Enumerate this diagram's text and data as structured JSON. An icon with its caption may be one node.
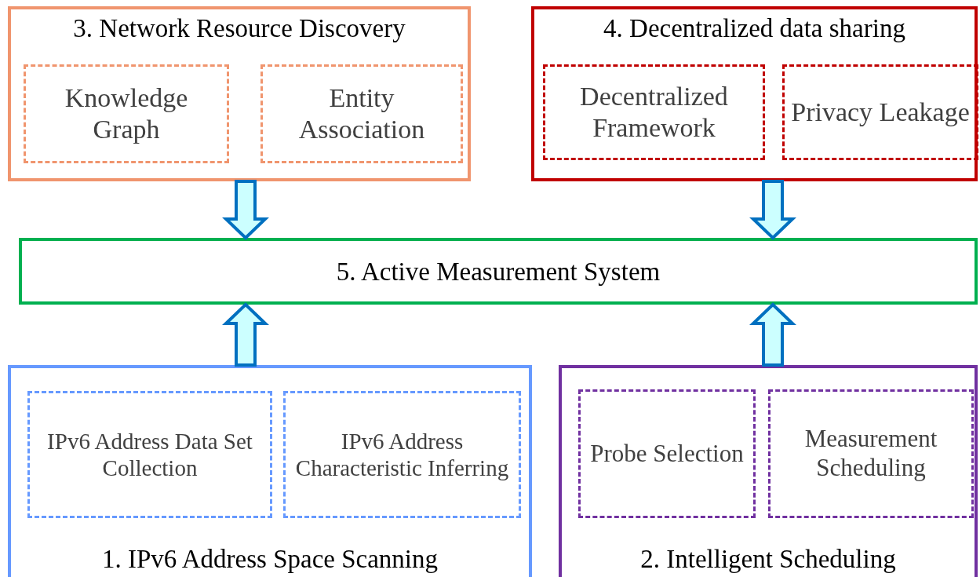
{
  "diagram": {
    "nodes": [
      {
        "text": [
          "3. Network Resource Discovery"
        ]
      },
      {
        "text": [
          "Knowledge Graph"
        ],
        "in": 0
      },
      {
        "text": [
          "Entity Association"
        ],
        "in": 0
      },
      {
        "text": [
          "4. Decentralized data sharing"
        ]
      },
      {
        "text": [
          "Decentralized Framework"
        ],
        "in": 3
      },
      {
        "text": [
          "Privacy Leakage"
        ],
        "in": 3
      },
      {
        "text": [
          "5. Active Measurement System"
        ]
      },
      {
        "text": [
          "1. IPv6 Address Space Scanning"
        ]
      },
      {
        "text": [
          "IPv6 Address Data Set Collection"
        ],
        "in": 7
      },
      {
        "text": [
          "IPv6 Address Characteristic Inferring"
        ],
        "in": 7
      },
      {
        "text": [
          "2. Intelligent Scheduling"
        ]
      },
      {
        "text": [
          "Probe Selection"
        ],
        "in": 10
      },
      {
        "text": [
          "Measurement Scheduling"
        ],
        "in": 10
      }
    ],
    "edges": [
      {
        "from": 0,
        "to": 6,
        "arrow": "to"
      },
      {
        "from": 3,
        "to": 6,
        "arrow": "to"
      },
      {
        "from": 7,
        "to": 6,
        "arrow": "to"
      },
      {
        "from": 10,
        "to": 6,
        "arrow": "to"
      }
    ]
  }
}
